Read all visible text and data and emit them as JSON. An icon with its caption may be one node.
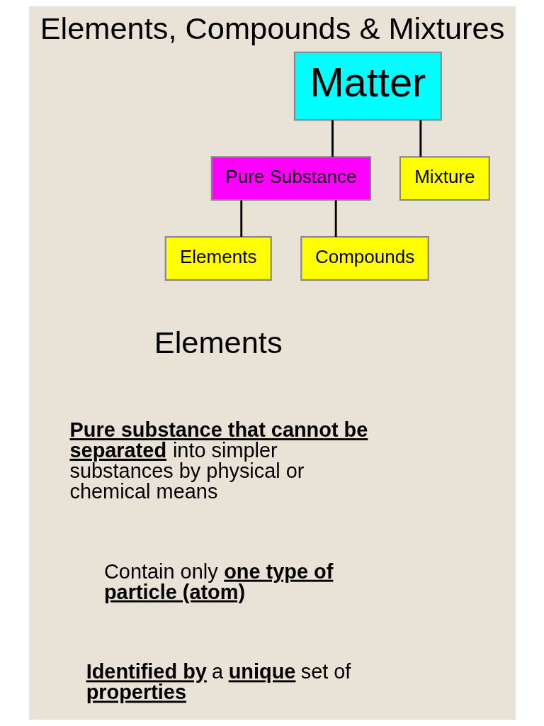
{
  "diagram": {
    "title": "Elements, Compounds & Mixtures",
    "nodes": [
      {
        "text": [
          "Matter"
        ]
      },
      {
        "text": [
          "Pure Substance"
        ]
      },
      {
        "text": [
          "Mixture"
        ]
      },
      {
        "text": [
          "Elements"
        ]
      },
      {
        "text": [
          "Compounds"
        ]
      }
    ],
    "edges": [
      {
        "from": 0,
        "to": 1,
        "arrow": "none"
      },
      {
        "from": 0,
        "to": 2,
        "arrow": "none"
      },
      {
        "from": 1,
        "to": 3,
        "arrow": "none"
      },
      {
        "from": 1,
        "to": 4,
        "arrow": "none"
      }
    ],
    "labels": [
      "Elements",
      "**Pure substance that cannot be separated** into simpler substances by physical or chemical means",
      "Contain only **one type of particle (atom)**",
      "**Identified by** a **unique** set of **properties**"
    ]
  }
}
